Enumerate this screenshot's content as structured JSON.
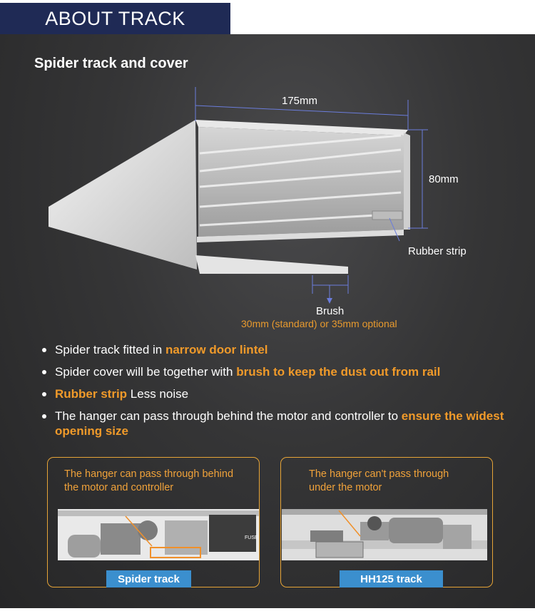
{
  "header": {
    "title": "ABOUT TRACK"
  },
  "section": {
    "subtitle": "Spider track and cover"
  },
  "diagram": {
    "width_dim": "175mm",
    "height_dim": "80mm",
    "rubber_label": "Rubber strip",
    "brush_label": "Brush",
    "brush_option": "30mm (standard) or 35mm optional"
  },
  "bullets": [
    {
      "pre": "Spider track  fitted in ",
      "hl": "narrow door lintel",
      "post": ""
    },
    {
      "pre": "Spider cover will be together with ",
      "hl": "brush to keep the dust out from rail",
      "post": ""
    },
    {
      "pre": "",
      "hl": "Rubber strip",
      "post": "  Less noise"
    },
    {
      "pre": "The hanger can pass through behind the motor and controller to ",
      "hl": "ensure the widest opening size",
      "post": ""
    }
  ],
  "compare": {
    "left": {
      "line1": "The hanger can pass through behind",
      "line2": "the motor and controller",
      "tag": "Spider track",
      "fuse": "FUSE"
    },
    "right": {
      "line1": "The hanger can't pass through",
      "line2": "under the motor",
      "tag": "HH125 track"
    }
  },
  "colors": {
    "accent": "#f09a2a",
    "header_bg": "#1f2a55",
    "tag_bg": "#3b8fce",
    "dim_line": "#5b6fd6"
  }
}
